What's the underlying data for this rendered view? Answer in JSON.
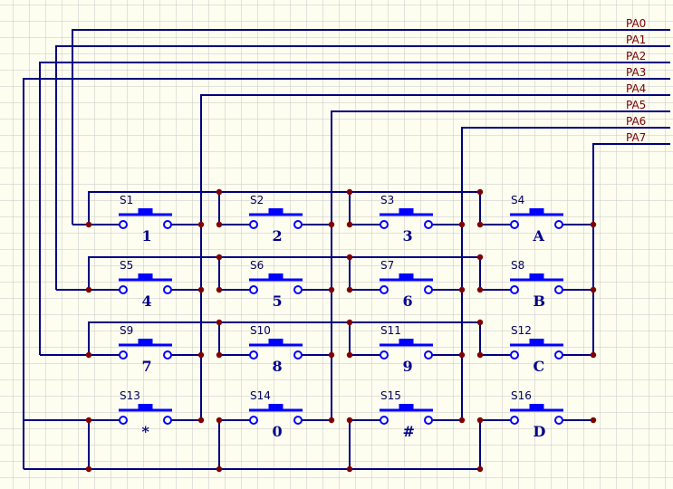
{
  "colors": {
    "background": "#fdfdf0",
    "grid": "#c8c8c8",
    "wire": "#000080",
    "switch": "#0000ff",
    "junction": "#800000",
    "port_label": "#7a0000",
    "switch_label": "#00005a",
    "key_label": "#00008b"
  },
  "ports": [
    "PA0",
    "PA1",
    "PA2",
    "PA3",
    "PA4",
    "PA5",
    "PA6",
    "PA7"
  ],
  "switches": [
    {
      "ref": "S1",
      "key": "1"
    },
    {
      "ref": "S2",
      "key": "2"
    },
    {
      "ref": "S3",
      "key": "3"
    },
    {
      "ref": "S4",
      "key": "A"
    },
    {
      "ref": "S5",
      "key": "4"
    },
    {
      "ref": "S6",
      "key": "5"
    },
    {
      "ref": "S7",
      "key": "6"
    },
    {
      "ref": "S8",
      "key": "B"
    },
    {
      "ref": "S9",
      "key": "7"
    },
    {
      "ref": "S10",
      "key": "8"
    },
    {
      "ref": "S11",
      "key": "9"
    },
    {
      "ref": "S12",
      "key": "C"
    },
    {
      "ref": "S13",
      "key": "*"
    },
    {
      "ref": "S14",
      "key": "0"
    },
    {
      "ref": "S15",
      "key": "#"
    },
    {
      "ref": "S16",
      "key": "D"
    }
  ]
}
